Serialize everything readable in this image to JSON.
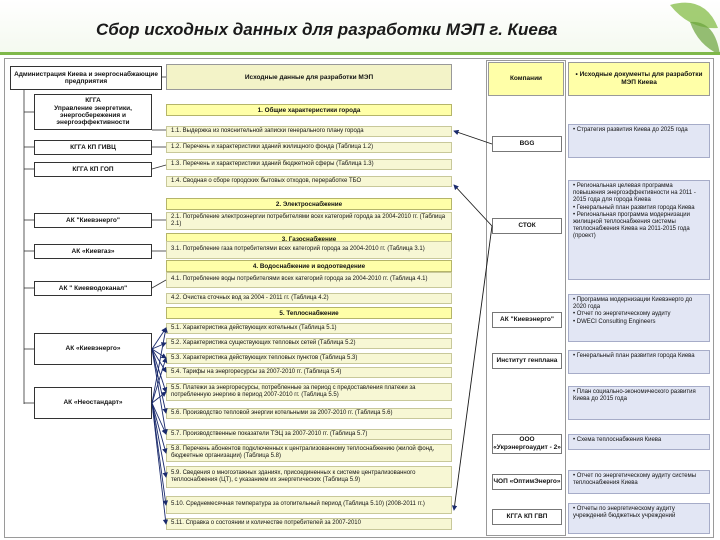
{
  "title": "Сбор исходных данных для разработки МЭП г. Киева",
  "left_header": "Администрация Киева и энергоснабжающие предприятия",
  "left_boxes": [
    {
      "id": "kgga",
      "label": "КГГА\nУправление энергетики, энергосбережения и энергоэффективности"
    },
    {
      "id": "kgvc",
      "label": "КГГА КП ГИВЦ"
    },
    {
      "id": "gop",
      "label": "КГГА КП ГОП"
    },
    {
      "id": "kievenergo",
      "label": "АК \"Киевэнерго\""
    },
    {
      "id": "kievgaz",
      "label": "АК «Киевгаз»"
    },
    {
      "id": "kievvodokanal",
      "label": "АК \" Киевводоканал\""
    },
    {
      "id": "kievenergo2",
      "label": "АК «Киевэнерго»"
    },
    {
      "id": "neostandart",
      "label": "АК «Неостандарт»"
    }
  ],
  "middle_header": "Исходные данные для разработки МЭП",
  "sections": [
    {
      "head": "1. Общие характеристики города",
      "items": [
        "1.1. Выдержка из пояснительной записки генерального плану города",
        "1.2. Перечень и характеристики зданий жилищного фонда (Таблица 1.2)",
        "1.3. Перечень и характеристики зданий бюджетной сферы (Таблица 1.3)",
        "1.4. Сводная о сборе городских бытовых отходов, переработке ТБО"
      ]
    },
    {
      "head": "2. Электроснабжение",
      "items": [
        "2.1. Потребление электроэнергии потребителями всех категорий города за 2004-2010 гг. (Таблица 2.1)"
      ]
    },
    {
      "head": "3. Газоснабжение",
      "items": [
        "3.1. Потребление газа потребителями всех категорий города за 2004-2010 гг. (Таблица 3.1)"
      ]
    },
    {
      "head": "4. Водоснабжение и водоотведение",
      "items": [
        "4.1. Потребление воды потребителями всех категорий города за 2004-2010 гг. (Таблица 4.1)",
        "4.2. Очистка сточных вод за 2004 - 2011 гг. (Таблица 4.2)"
      ]
    },
    {
      "head": "5. Теплоснабжение",
      "items": [
        "5.1. Характеристика действующих котельных (Таблица 5.1)",
        "5.2. Характеристика существующих тепловых сетей (Таблица 5.2)",
        "5.3. Характеристика действующих тепловых пунктов (Таблица 5.3)",
        "5.4. Тарифы на энергоресурсы за 2007-2010 гг. (Таблица 5.4)",
        "5.5. Платежи за энергоресурсы, потребленные за период с предоставления платежи за потребленную энергию в период 2007-2010 гг. (Таблица 5.5)",
        "5.6. Производство тепловой энергии котельными за 2007-2010 гг. (Таблица 5.6)",
        "5.7. Производственные показатели ТЭЦ за 2007-2010 гг. (Таблица 5.7)",
        "5.8. Перечень абонентов подключенных к централизованному теплоснабжению (жилой фонд, бюджетные организации) (Таблица 5.8)",
        "5.9. Сведения о многоэтажных зданиях, присоединенных к системе централизованного теплоснабжения (ЦТ), с указанием их энергетических (Таблица 5.9)",
        "5.10. Среднемесячная температура за отопительный период (Таблица 5.10) (2008-2011 гг.)",
        "5.11. Справка о состоянии и количестве потребителей за 2007-2010"
      ]
    }
  ],
  "right_header_company": "Компании",
  "right_header_docs": "• Исходные документы для разработки МЭП Киева",
  "right_rows": [
    {
      "company": "BGG",
      "docs": [
        "• Стратегия развития Киева до 2025 года"
      ]
    },
    {
      "company": "СТОК",
      "docs": [
        "• Региональная целевая программа повышения энергоэффективности на 2011 - 2015 года для города Киева",
        "• Генеральный план развития города Киева",
        "• Региональная программа модернизации жилищной теплоснабжения системы теплоснабжения Киева на 2011-2015 года (проект)"
      ]
    },
    {
      "company": "АК \"Киевэнерго\"",
      "docs": [
        "• Программа модернизации Киевэнерго до 2020 года",
        "• Отчет по энергетическому аудиту",
        "• DWЕСI Consulting Engineers"
      ]
    },
    {
      "company": "Институт генплана",
      "docs": [
        "• Генеральный план развития города Киева"
      ]
    },
    {
      "company": "",
      "docs": [
        "• План социально-экономического развития Киева до 2015 года"
      ]
    },
    {
      "company": "ООО «Укрэнергоаудит - 2»",
      "docs": [
        "• Схема теплоснабжения Киева"
      ]
    },
    {
      "company": "ЧОП «ОптимЭнерго»",
      "docs": [
        "• Отчет по энергетическому аудиту системы теплоснабжения Киева"
      ]
    },
    {
      "company": "КГГА КП ГВП",
      "docs": [
        "• Отчеты по энергетическому аудиту учреждений бюджетных учреждений"
      ]
    }
  ],
  "colors": {
    "section_head": "#ffffa8",
    "item": "#f7f7d4",
    "docs": "#e2e6f4",
    "accent": "#7fb84a"
  }
}
